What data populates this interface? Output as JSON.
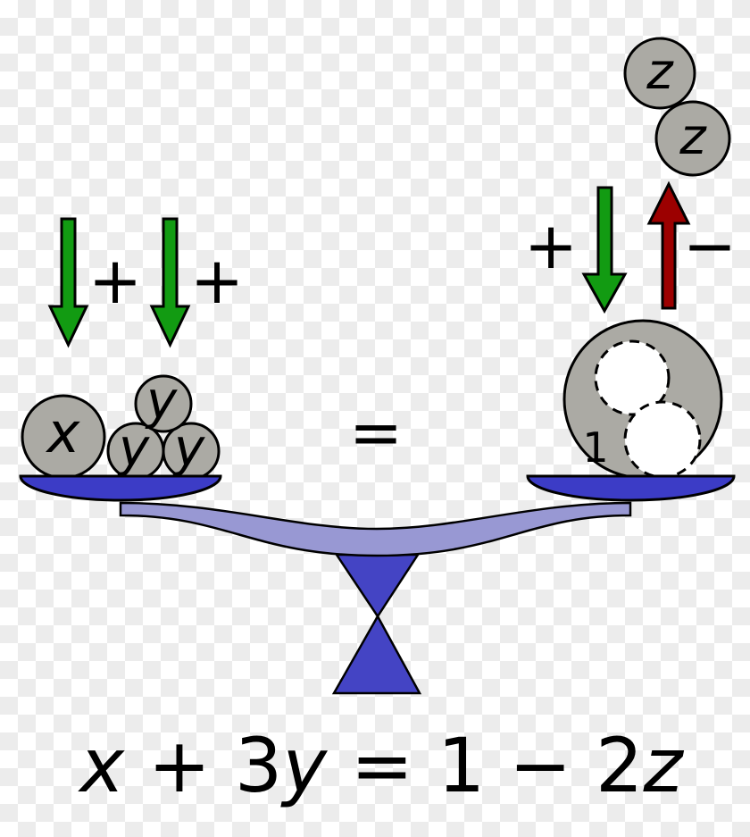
{
  "colors": {
    "green": "#129b12",
    "red": "#9c0000",
    "gray": "#abaaa4",
    "pan_blue": "#3c3cc6",
    "beam_purple": "#9898d3",
    "fulcrum_blue": "#4444c4",
    "equals_blue": "#3434ba",
    "outline_black": "#000000",
    "checker_gray": "#ececec",
    "removed_circle_fill": "#ffffff"
  },
  "top_right": {
    "circle1_label": "z",
    "circle2_label": "z"
  },
  "annotations": {
    "left_plus1": "+",
    "left_plus2": "+",
    "right_plus": "+",
    "right_minus": "−"
  },
  "scale": {
    "equals_sign": "=",
    "left_pan": {
      "large_circle_label": "x",
      "top_circle_label": "y",
      "bottom_left_circle_label": "y",
      "bottom_right_circle_label": "y"
    },
    "right_pan": {
      "large_circle_label": "1",
      "removed_circle_count": 2
    }
  },
  "equation": {
    "full": "x + 3y = 1 − 2z",
    "parts": [
      {
        "text": "x"
      },
      {
        "text": " + 3"
      },
      {
        "text": "y"
      },
      {
        "text": " = 1 − 2"
      },
      {
        "text": "z"
      }
    ]
  }
}
